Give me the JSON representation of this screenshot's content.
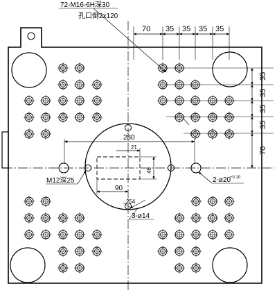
{
  "callouts": {
    "thread_spec": "72-M16-6H深30",
    "bush_spec": "孔口倒2x120",
    "m12_spec": "M12深25",
    "pin_spec": "2-ø20",
    "pin_tol": "+0.10",
    "small_holes": "3-ø14"
  },
  "dimensions": {
    "top_70": "70",
    "top_35a": "35",
    "top_35b": "35",
    "top_35c": "35",
    "top_35d": "35",
    "right_35a": "35",
    "right_35b": "35",
    "right_35c": "35",
    "right_35d": "35",
    "right_70": "70",
    "dim_280": "280",
    "dim_21": "21",
    "dim_46": "46",
    "dim_90": "90",
    "dim_254": "254"
  }
}
